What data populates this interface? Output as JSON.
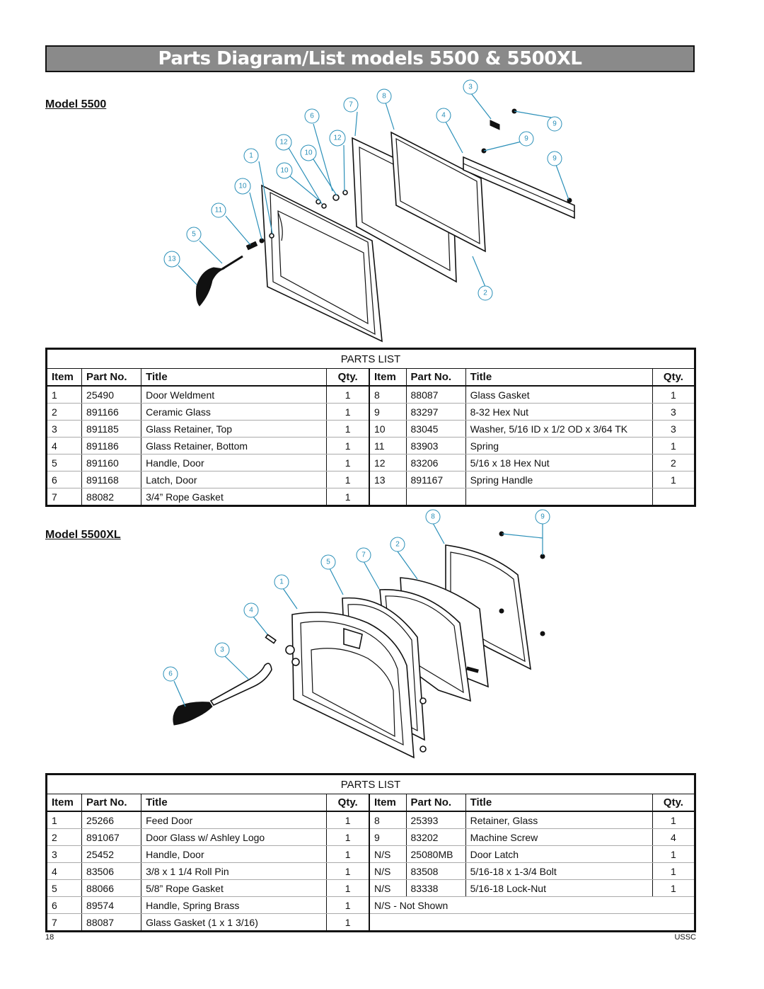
{
  "page_title": "Parts Diagram/List models 5500 & 5500XL",
  "model_a": {
    "label": "Model 5500",
    "callouts": [
      "1",
      "2",
      "3",
      "4",
      "5",
      "6",
      "7",
      "8",
      "9",
      "9",
      "9",
      "10",
      "10",
      "10",
      "11",
      "12",
      "12",
      "13"
    ],
    "table": {
      "caption": "PARTS LIST",
      "headers": [
        "Item",
        "Part No.",
        "Title",
        "Qty.",
        "Item",
        "Part No.",
        "Title",
        "Qty."
      ],
      "rows": [
        [
          "1",
          "25490",
          "Door Weldment",
          "1",
          "8",
          "88087",
          "Glass Gasket",
          "1"
        ],
        [
          "2",
          "891166",
          "Ceramic Glass",
          "1",
          "9",
          "83297",
          "8-32 Hex Nut",
          "3"
        ],
        [
          "3",
          "891185",
          "Glass Retainer, Top",
          "1",
          "10",
          "83045",
          "Washer, 5/16 ID x 1/2 OD x 3/64 TK",
          "3"
        ],
        [
          "4",
          "891186",
          "Glass Retainer, Bottom",
          "1",
          "11",
          "83903",
          "Spring",
          "1"
        ],
        [
          "5",
          "891160",
          "Handle, Door",
          "1",
          "12",
          "83206",
          "5/16 x 18 Hex Nut",
          "2"
        ],
        [
          "6",
          "891168",
          "Latch, Door",
          "1",
          "13",
          "891167",
          "Spring Handle",
          "1"
        ],
        [
          "7",
          "88082",
          "3/4” Rope Gasket",
          "1",
          "",
          "",
          "",
          ""
        ]
      ]
    }
  },
  "model_b": {
    "label": "Model 5500XL",
    "callouts": [
      "1",
      "2",
      "3",
      "4",
      "5",
      "6",
      "7",
      "8",
      "9"
    ],
    "table": {
      "caption": "PARTS LIST",
      "headers": [
        "Item",
        "Part No.",
        "Title",
        "Qty.",
        "Item",
        "Part No.",
        "Title",
        "Qty."
      ],
      "rows": [
        [
          "1",
          "25266",
          "Feed Door",
          "1",
          "8",
          "25393",
          "Retainer, Glass",
          "1"
        ],
        [
          "2",
          "891067",
          "Door Glass w/ Ashley Logo",
          "1",
          "9",
          "83202",
          "Machine Screw",
          "4"
        ],
        [
          "3",
          "25452",
          "Handle, Door",
          "1",
          "N/S",
          "25080MB",
          "Door Latch",
          "1"
        ],
        [
          "4",
          "83506",
          "3/8 x 1 1/4 Roll Pin",
          "1",
          "N/S",
          "83508",
          "5/16-18 x 1-3/4 Bolt",
          "1"
        ],
        [
          "5",
          "88066",
          "5/8” Rope Gasket",
          "1",
          "N/S",
          "83338",
          "5/16-18 Lock-Nut",
          "1"
        ],
        [
          "6",
          "89574",
          "Handle, Spring Brass",
          "1",
          "N/S - Not Shown",
          "",
          "",
          ""
        ],
        [
          "7",
          "88087",
          "Glass Gasket (1 x 1 3/16)",
          "1",
          "",
          "",
          "",
          ""
        ]
      ]
    }
  },
  "footer": {
    "page_number": "18",
    "brand": "USSC"
  },
  "colors": {
    "title_bar": "#8a8a8a",
    "callout": "#2a8fb8"
  }
}
